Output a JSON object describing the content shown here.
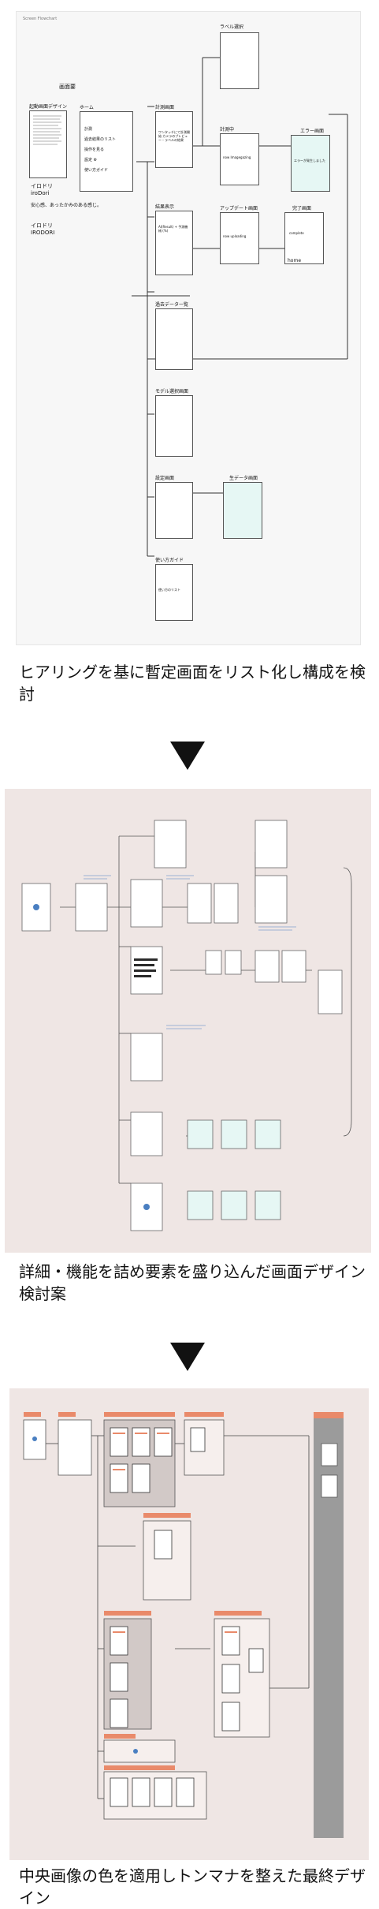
{
  "captions": {
    "step1": "ヒアリングを基に暫定画面をリスト化し構成を検討",
    "step2": "詳細・機能を詰め要素を盛り込んだ画面デザイン検討案",
    "step3": "中央画像の色を適用しトンマナを整えた最終デザイン"
  },
  "sketch": {
    "header_note": "Screen Flowchart",
    "sidebar": {
      "heading": "画面要",
      "startup_label": "起動画面デザイン",
      "brand_lines": [
        "イロドリ",
        "iroDori",
        "安心感、あったかみのある感じ。",
        "イロドリ",
        "IRODORI"
      ]
    },
    "screens": {
      "home": "ホーム",
      "label_select": "ラベル選択",
      "measure": "計測画面",
      "measuring": "計測中",
      "error": "エラー画面",
      "result": "結果表示",
      "update": "アップデート画面",
      "complete": "完了画面",
      "past_data": "過去データ一覧",
      "model_select": "モデル選択画面",
      "settings": "設定画面",
      "raw_data": "生データ画面",
      "guide": "使い方ガイド"
    },
    "home_menu": [
      "計測",
      "過去結果のリスト",
      "操作を見る",
      "設定 ⚙",
      "使い方ガイド"
    ],
    "notes": {
      "measure": "ワンタッチにて計測開始 カメラのプレビュー・ラベルの結果",
      "measuring": "now Imagegazing",
      "error": "エラーが発生しました",
      "result": "AI(Result) + 予測機械 (%)",
      "update": "now uploading",
      "complete": "complete",
      "complete_home": "home",
      "guide": "使い方のリスト"
    }
  },
  "colors": {
    "accent": "#e98a6a",
    "mint": "#e6f7f4",
    "blush": "#efe6e4"
  }
}
